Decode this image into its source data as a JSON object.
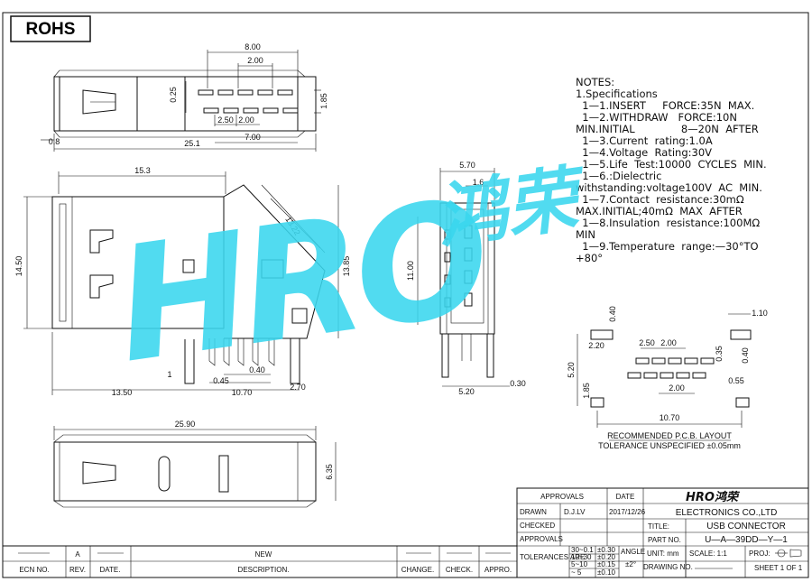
{
  "rohs_label": "ROHS",
  "watermark": {
    "text": "HRO",
    "cjk": "鸿荣",
    "color": "#3ad7ee"
  },
  "top_view": {
    "dims": [
      "8.00",
      "2.00",
      "0.25",
      "1.85",
      "2.50",
      "2.00",
      "7.00",
      "0.8",
      "25.1"
    ]
  },
  "side_view": {
    "dims": [
      "15.3",
      "13.22",
      "14.50",
      "13.85",
      "0.40",
      "0.45",
      "1",
      "13.50",
      "10.70",
      "2.70"
    ]
  },
  "front_view": {
    "dims": [
      "5.70",
      "1.6",
      "11.00",
      "5.20",
      "0.30"
    ]
  },
  "bottom_view": {
    "dims": [
      "25.90",
      "6.35"
    ]
  },
  "notes": [
    "NOTES:",
    "1.Specifications",
    "  1—1.INSERT     FORCE:35N  MAX.",
    "  1—2.WITHDRAW   FORCE:10N",
    "MIN.INITIAL              8—20N  AFTER",
    "  1—3.Current  rating:1.0A",
    "  1—4.Voltage  Rating:30V",
    "  1—5.Life  Test:10000  CYCLES  MIN.",
    "  1—6.:Dielectric",
    "withstanding:voltage100V  AC  MIN.",
    "  1—7.Contact  resistance:30mΩ",
    "MAX.INITIAL;40mΩ  MAX  AFTER",
    "  1—8.Insulation  resistance:100MΩ",
    "MIN",
    "  1—9.Temperature  range:—30°TO",
    "+80°"
  ],
  "pcb_layout": {
    "dims": [
      "0.40",
      "1.10",
      "2.20",
      "2.50",
      "2.00",
      "0.35",
      "0.40",
      "5.20",
      "1.85",
      "2.00",
      "0.55",
      "10.70"
    ],
    "title": "RECOMMENDED   P.C.B.  LAYOUT",
    "tolerance": "TOLERANCE  UNSPECIFIED  ±0.05mm"
  },
  "title_block": {
    "approvals_header": "APPROVALS",
    "date_header": "DATE",
    "drawn_label": "DRAWN",
    "drawn_by": "D.J.LV",
    "drawn_date": "2017/12/26",
    "checked_label": "CHECKED",
    "approvals_label": "APPROVALS",
    "tolerances_label": "TOLERANCES  ARE",
    "tol_rows": [
      [
        "30~0.1",
        "±0.30"
      ],
      [
        "10~30",
        "±0.20"
      ],
      [
        "5~10",
        "±0.15"
      ],
      [
        "~ 5",
        "±0.10"
      ]
    ],
    "angle_label": "ANGLE",
    "angle_value": "±2°",
    "drawing_no_label": "DRAWING NO.",
    "logo": "HRO鸿荣",
    "company": "ELECTRONICS  CO.,LTD",
    "title_label": "TITLE:",
    "title_value": "USB  CONNECTOR",
    "part_label": "PART  NO.",
    "part_value": "U—A—39DD—Y—1",
    "unit": "UNIT:  mm",
    "scale": "SCALE:  1:1",
    "proj": "PROJ:",
    "sheet": "SHEET   1  OF  1"
  },
  "revision_block": {
    "headers": [
      "ECN  NO.",
      "REV.",
      "DATE.",
      "DESCRIPTION.",
      "CHANGE.",
      "CHECK.",
      "APPRO."
    ],
    "row": [
      "",
      "A",
      "",
      "NEW",
      "",
      "",
      ""
    ]
  }
}
